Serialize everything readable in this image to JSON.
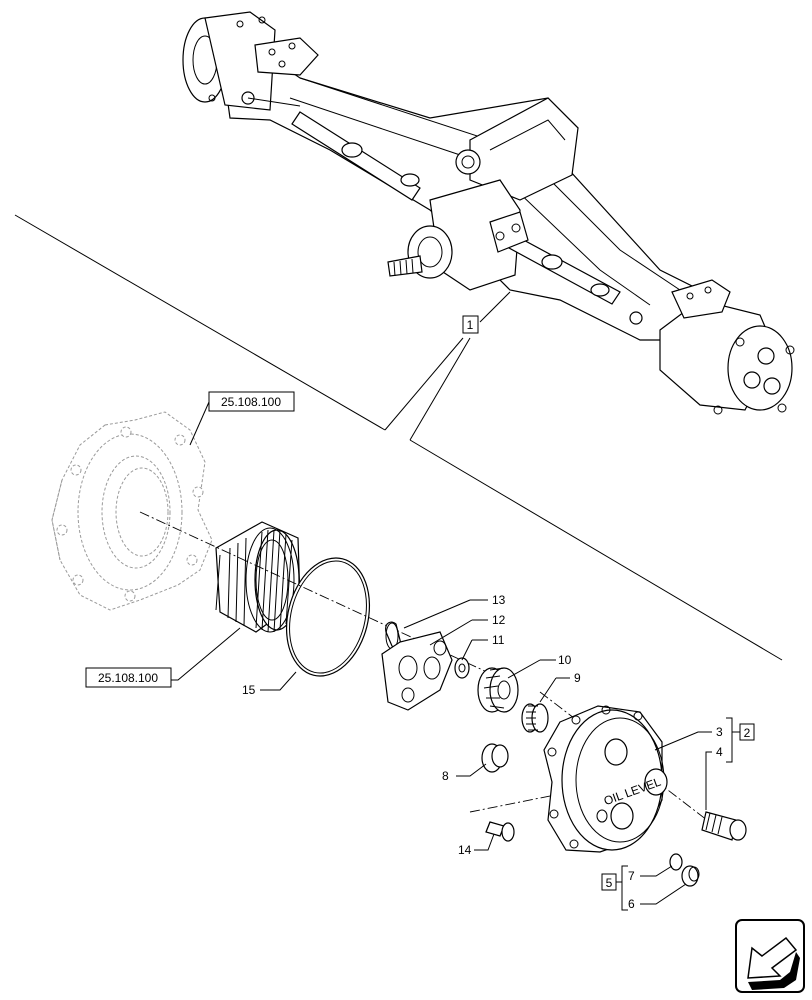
{
  "callouts": {
    "c1": "1",
    "c2": "2",
    "c3": "3",
    "c4": "4",
    "c5": "5",
    "c6": "6",
    "c7": "7",
    "c8": "8",
    "c9": "9",
    "c10": "10",
    "c11": "11",
    "c12": "12",
    "c13": "13",
    "c14": "14",
    "c15": "15"
  },
  "references": {
    "hub_ref": "25.108.100",
    "ring_ref": "25.108.100"
  },
  "stamp": {
    "oil_level": "OIL LEVEL"
  },
  "icons": {
    "navigation": "arrow-nav-icon"
  }
}
